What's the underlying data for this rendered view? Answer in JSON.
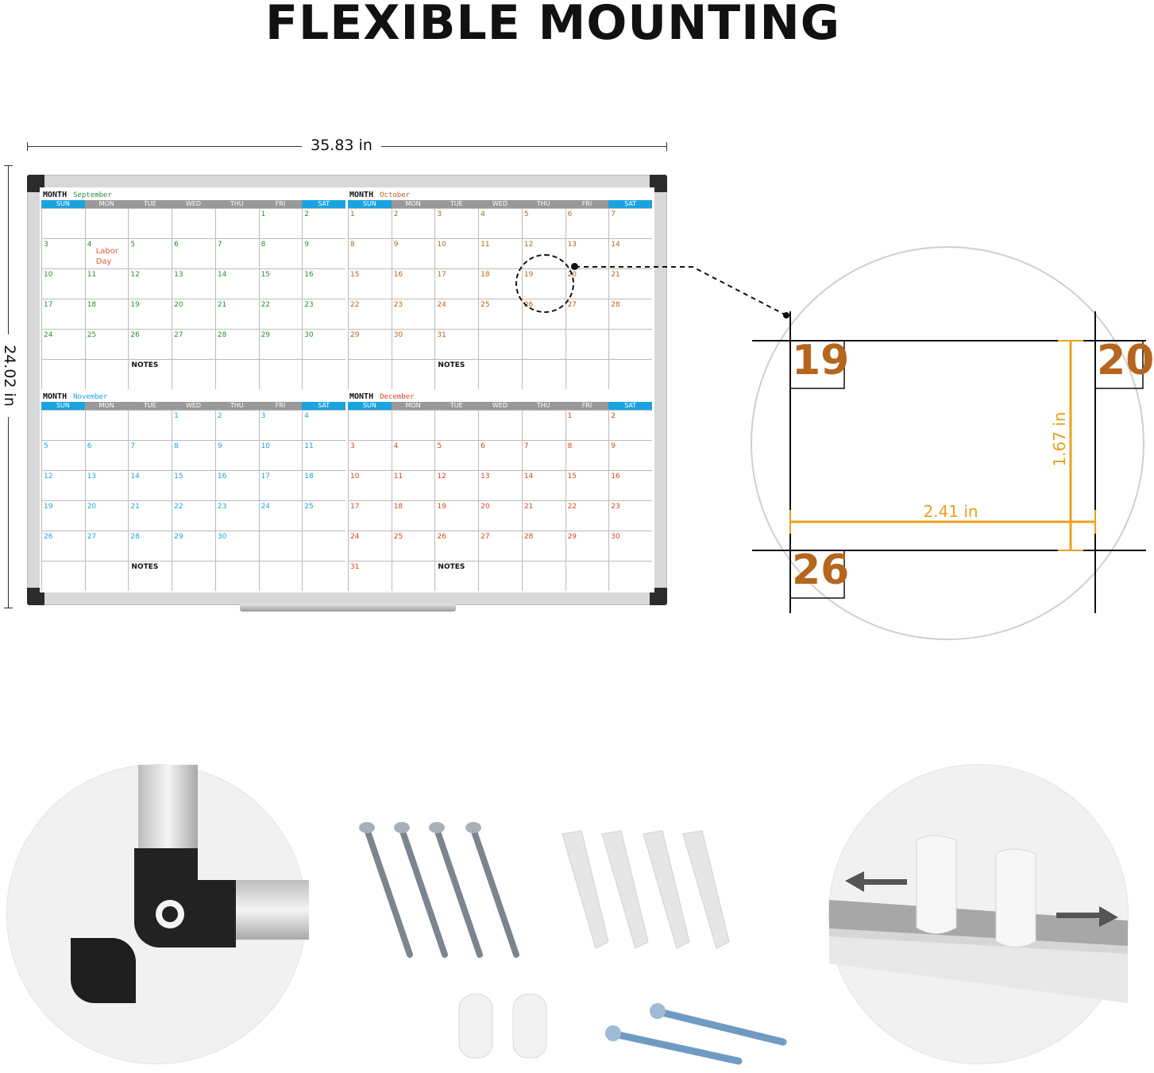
{
  "headline": "FLEXIBLE MOUNTING",
  "dimensions": {
    "width": "35.83 in",
    "height": "24.02 in",
    "cell_width": "2.41 in",
    "cell_height": "1.67 in"
  },
  "calendar": {
    "month_label": "MONTH",
    "notes_label": "NOTES",
    "days": [
      "SUN",
      "MON",
      "TUE",
      "WED",
      "THU",
      "FRI",
      "SAT"
    ],
    "annotation": [
      "Labor",
      "Day"
    ],
    "months": [
      {
        "name": "September",
        "color": "#2e8b3a",
        "offset": 5,
        "length": 30
      },
      {
        "name": "October",
        "color": "#b5651d",
        "offset": 0,
        "length": 31
      },
      {
        "name": "November",
        "color": "#1aa3e0",
        "offset": 3,
        "length": 30
      },
      {
        "name": "December",
        "color": "#d9441c",
        "offset": 5,
        "length": 31
      }
    ]
  },
  "zoom": {
    "date_a": "19",
    "date_b": "26",
    "date_c": "20"
  },
  "colors": {
    "accent_orange": "#e8a020",
    "board_frame": "#d8d8d8",
    "corner": "#2b2b2b"
  },
  "icons": [
    "frame-corner-icon",
    "screw-icon",
    "wall-anchor-icon",
    "mounting-clip-icon",
    "arrow-left-icon",
    "arrow-right-icon"
  ]
}
